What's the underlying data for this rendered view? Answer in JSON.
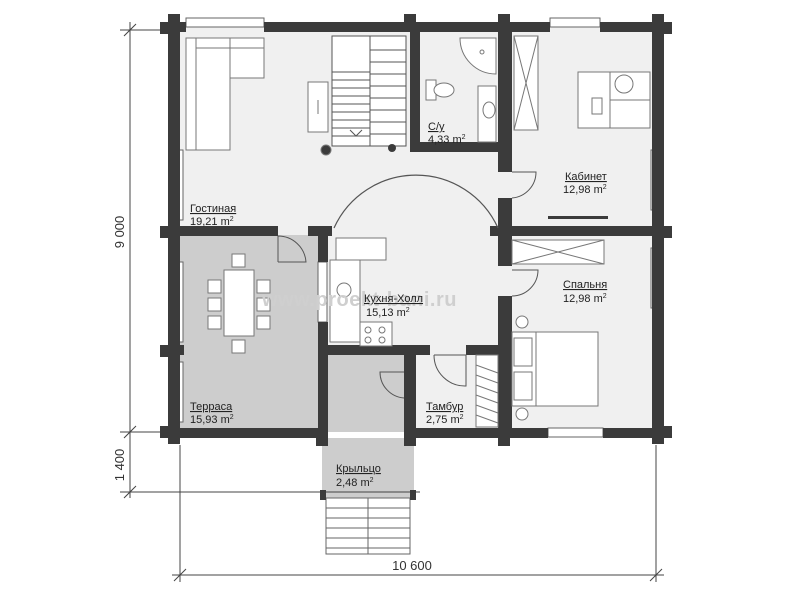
{
  "colors": {
    "wall": "#3b3b3b",
    "floor": "#f0f0f0",
    "terrace": "#cdcdcd",
    "line": "#555555",
    "furniture": "#ffffff"
  },
  "watermark": "www.proekt-bani.ru",
  "dimensions": {
    "width": "10 600",
    "depth_main": "9 000",
    "depth_porch": "1 400"
  },
  "rooms": [
    {
      "id": "living",
      "name": "Гостиная",
      "area": "19,21 m",
      "unit_sup": "2"
    },
    {
      "id": "wc",
      "name": "С/у",
      "area": "4,33 m",
      "unit_sup": "2"
    },
    {
      "id": "study",
      "name": "Кабинет",
      "area": "12,98 m",
      "unit_sup": "2"
    },
    {
      "id": "kitchen",
      "name": "Кухня-Холл",
      "area": "15,13 m",
      "unit_sup": "2"
    },
    {
      "id": "bedroom",
      "name": "Спальня",
      "area": "12,98 m",
      "unit_sup": "2"
    },
    {
      "id": "terrace",
      "name": "Терраса",
      "area": "15,93 m",
      "unit_sup": "2"
    },
    {
      "id": "vestibule",
      "name": "Тамбур",
      "area": "2,75 m",
      "unit_sup": "2"
    },
    {
      "id": "porch",
      "name": "Крыльцо",
      "area": "2,48 m",
      "unit_sup": "2"
    }
  ]
}
